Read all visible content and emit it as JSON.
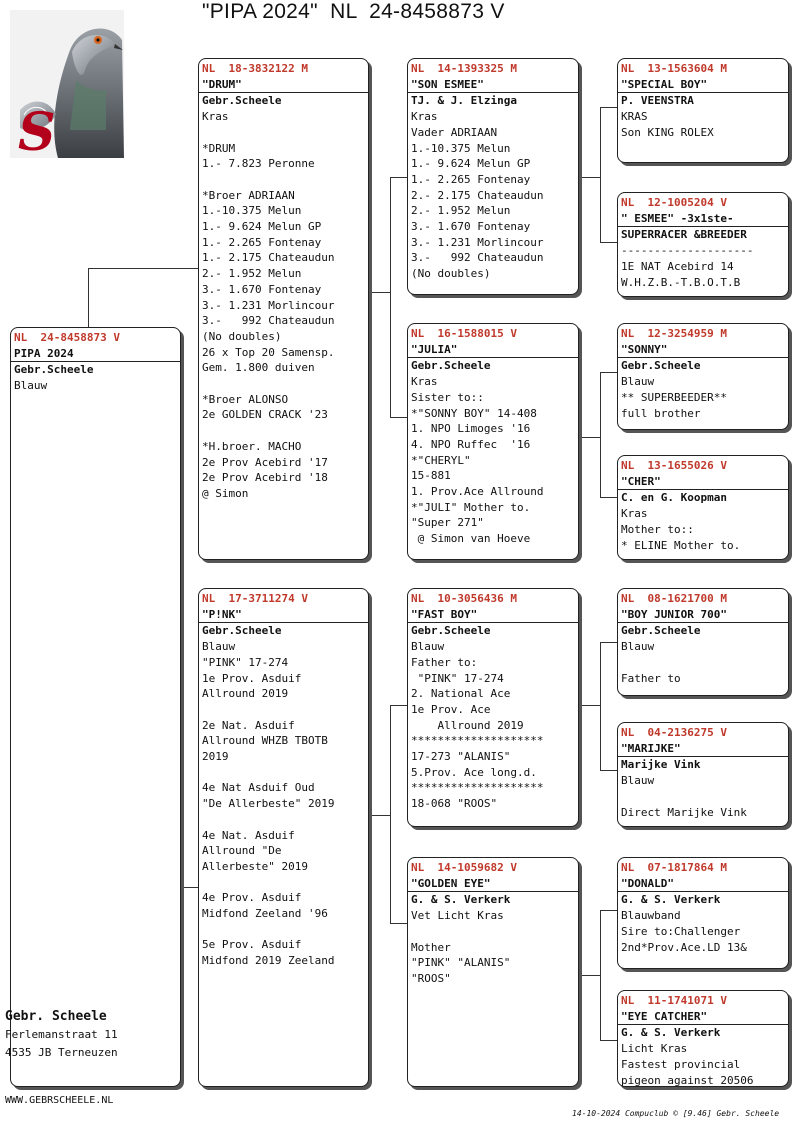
{
  "title": "\"PIPA 2024\"  NL  24-8458873 V",
  "logo": {
    "name": "pigeon-logo",
    "letter": "S"
  },
  "breeder": {
    "name": "Gebr. Scheele",
    "street": "Ferlemanstraat 11",
    "city": "4535 JB  Terneuzen",
    "website": "WWW.GEBRSCHEELE.NL"
  },
  "footer": "14-10-2024   Compuclub © [9.46]  Gebr. Scheele",
  "cards": {
    "subject": {
      "ring": "NL  24-8458873 V",
      "name": "PIPA 2024",
      "owner": "Gebr.Scheele",
      "lines": [
        "Blauw"
      ]
    },
    "sire": {
      "ring": "NL  18-3832122 M",
      "name": "\"DRUM\"",
      "owner": "Gebr.Scheele",
      "lines": [
        "Kras",
        "",
        "*DRUM",
        "1.- 7.823 Peronne",
        "",
        "*Broer ADRIAAN",
        "1.-10.375 Melun",
        "1.- 9.624 Melun GP",
        "1.- 2.265 Fontenay",
        "1.- 2.175 Chateaudun",
        "2.- 1.952 Melun",
        "3.- 1.670 Fontenay",
        "3.- 1.231 Morlincour",
        "3.-   992 Chateaudun",
        "(No doubles)",
        "26 x Top 20 Samensp.",
        "Gem. 1.800 duiven",
        "",
        "*Broer ALONSO",
        "2e GOLDEN CRACK '23",
        "",
        "*H.broer. MACHO",
        "2e Prov Acebird '17",
        "2e Prov Acebird '18",
        "@ Simon"
      ]
    },
    "dam": {
      "ring": "NL  17-3711274 V",
      "name": "\"P!NK\"",
      "owner": "Gebr.Scheele",
      "lines": [
        "Blauw",
        "\"PINK\" 17-274",
        "1e Prov. Asduif",
        "Allround 2019",
        "",
        "2e Nat. Asduif",
        "Allround WHZB TBOTB",
        "2019",
        "",
        "4e Nat Asduif Oud",
        "\"De Allerbeste\" 2019",
        "",
        "4e Nat. Asduif",
        "Allround \"De",
        "Allerbeste\" 2019",
        "",
        "4e Prov. Asduif",
        "Midfond Zeeland '96",
        "",
        "5e Prov. Asduif",
        "Midfond 2019 Zeeland"
      ]
    },
    "ss": {
      "ring": "NL  14-1393325 M",
      "name": "\"SON ESMEE\"",
      "owner": "TJ. & J. Elzinga",
      "lines": [
        "Kras",
        "Vader ADRIAAN",
        "1.-10.375 Melun",
        "1.- 9.624 Melun GP",
        "1.- 2.265 Fontenay",
        "2.- 2.175 Chateaudun",
        "2.- 1.952 Melun",
        "3.- 1.670 Fontenay",
        "3.- 1.231 Morlincour",
        "3.-   992 Chateaudun",
        "(No doubles)"
      ]
    },
    "sd": {
      "ring": "NL  16-1588015 V",
      "name": "\"JULIA\"",
      "owner": "Gebr.Scheele",
      "lines": [
        "Kras",
        "Sister to::",
        "*\"SONNY BOY\" 14-408",
        "1. NPO Limoges '16",
        "4. NPO Ruffec  '16",
        "*\"CHERYL\"",
        "15-881",
        "1. Prov.Ace Allround",
        "*\"JULI\" Mother to.",
        "\"Super 271\"",
        " @ Simon van Hoeve"
      ]
    },
    "ds": {
      "ring": "NL  10-3056436 M",
      "name": "\"FAST BOY\"",
      "owner": "Gebr.Scheele",
      "lines": [
        "Blauw",
        "Father to:",
        " \"PINK\" 17-274",
        "2. National Ace",
        "1e Prov. Ace",
        "    Allround 2019",
        "********************",
        "17-273 \"ALANIS\"",
        "5.Prov. Ace long.d.",
        "********************",
        "18-068 \"ROOS\""
      ]
    },
    "dd": {
      "ring": "NL  14-1059682 V",
      "name": "\"GOLDEN EYE\"",
      "owner": "G. & S. Verkerk",
      "lines": [
        "Vet Licht Kras",
        "",
        "Mother",
        "\"PINK\" \"ALANIS\"",
        "\"ROOS\""
      ]
    },
    "sss": {
      "ring": "NL  13-1563604 M",
      "name": "\"SPECIAL BOY\"",
      "owner": "P. VEENSTRA",
      "lines": [
        "KRAS",
        "Son KING ROLEX"
      ]
    },
    "ssd": {
      "ring": "NL  12-1005204 V",
      "name": "\" ESMEE\" -3x1ste-",
      "owner": "SUPERRACER &BREEDER",
      "lines": [
        "--------------------",
        "1E NAT Acebird 14",
        "W.H.Z.B.-T.B.O.T.B"
      ]
    },
    "sds": {
      "ring": "NL  12-3254959 M",
      "name": "\"SONNY\"",
      "owner": "Gebr.Scheele",
      "lines": [
        "Blauw",
        "** SUPERBEEDER**",
        "full brother"
      ]
    },
    "sdd": {
      "ring": "NL  13-1655026 V",
      "name": "\"CHER\"",
      "owner": "C. en G. Koopman",
      "lines": [
        "Kras",
        "Mother to::",
        "* ELINE Mother to."
      ]
    },
    "dss": {
      "ring": "NL  08-1621700 M",
      "name": "\"BOY JUNIOR 700\"",
      "owner": "Gebr.Scheele",
      "lines": [
        "Blauw",
        "",
        "Father to"
      ]
    },
    "dsd": {
      "ring": "NL  04-2136275 V",
      "name": "\"MARIJKE\"",
      "owner": "Marijke Vink",
      "lines": [
        "Blauw",
        "",
        "Direct Marijke Vink"
      ]
    },
    "dds": {
      "ring": "NL  07-1817864 M",
      "name": "\"DONALD\"",
      "owner": "G. & S. Verkerk",
      "lines": [
        "Blauwband",
        "Sire to:Challenger",
        "2nd*Prov.Ace.LD 13&"
      ]
    },
    "ddd": {
      "ring": "NL  11-1741071 V",
      "name": "\"EYE CATCHER\"",
      "owner": "G. & S. Verkerk",
      "lines": [
        "Licht Kras",
        "Fastest provincial",
        "pigeon against 20506"
      ]
    }
  }
}
